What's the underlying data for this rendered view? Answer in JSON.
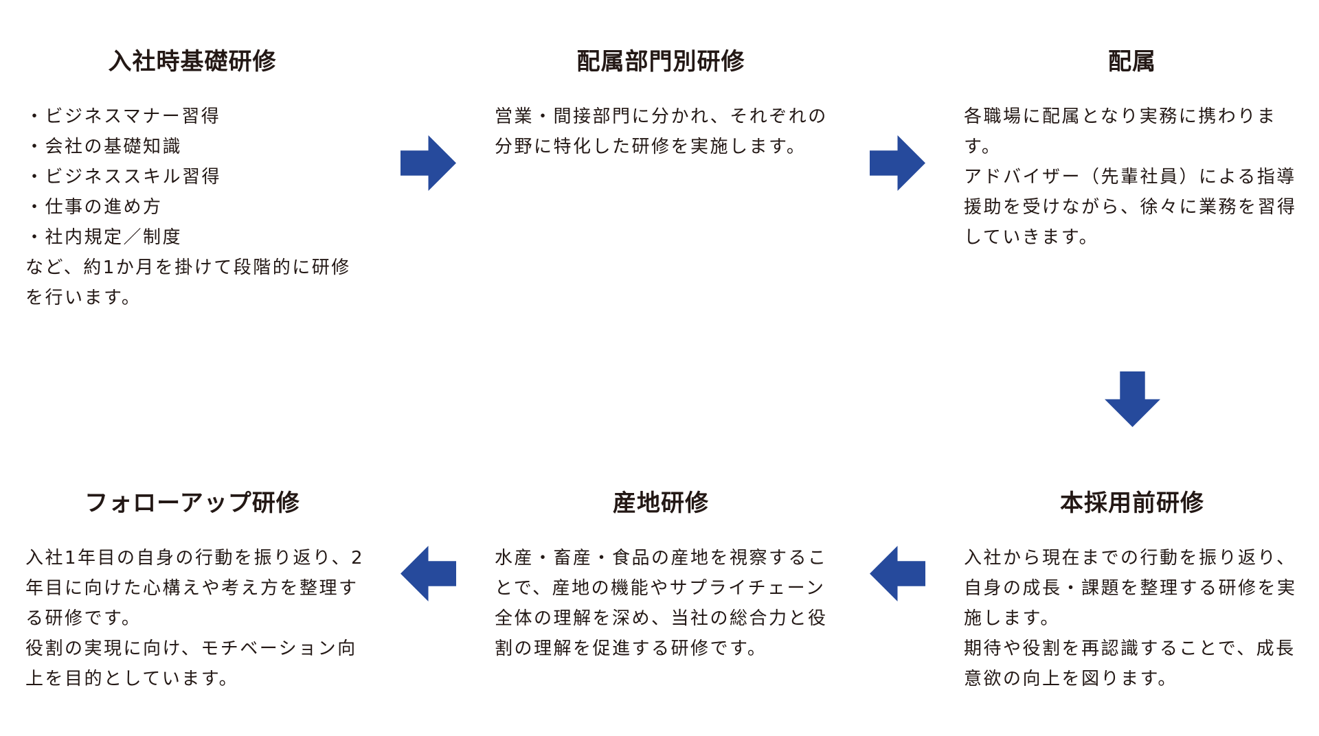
{
  "arrow_color": "#264a9c",
  "steps": [
    {
      "title": "入社時基礎研修",
      "lines": [
        "・ビジネスマナー習得",
        "・会社の基礎知識",
        "・ビジネススキル習得",
        "・仕事の進め方",
        "・社内規定／制度",
        "など、約1か月を掛けて段階的に研修",
        "を行います。"
      ]
    },
    {
      "title": "配属部門別研修",
      "lines": [
        "営業・間接部門に分かれ、それぞれの",
        "分野に特化した研修を実施します。"
      ]
    },
    {
      "title": "配属",
      "lines": [
        "各職場に配属となり実務に携わりま",
        "す。",
        "アドバイザー（先輩社員）による指導",
        "援助を受けながら、徐々に業務を習得",
        "していきます。"
      ]
    },
    {
      "title": "本採用前研修",
      "lines": [
        "入社から現在までの行動を振り返り、",
        "自身の成長・課題を整理する研修を実",
        "施します。",
        "期待や役割を再認識することで、成長",
        "意欲の向上を図ります。"
      ]
    },
    {
      "title": "産地研修",
      "lines": [
        "水産・畜産・食品の産地を視察するこ",
        "とで、産地の機能やサプライチェーン",
        "全体の理解を深め、当社の総合力と役",
        "割の理解を促進する研修です。"
      ]
    },
    {
      "title": "フォローアップ研修",
      "lines": [
        "入社1年目の自身の行動を振り返り、2",
        "年目に向けた心構えや考え方を整理す",
        "る研修です。",
        "役割の実現に向け、モチベーション向",
        "上を目的としています。"
      ]
    }
  ]
}
